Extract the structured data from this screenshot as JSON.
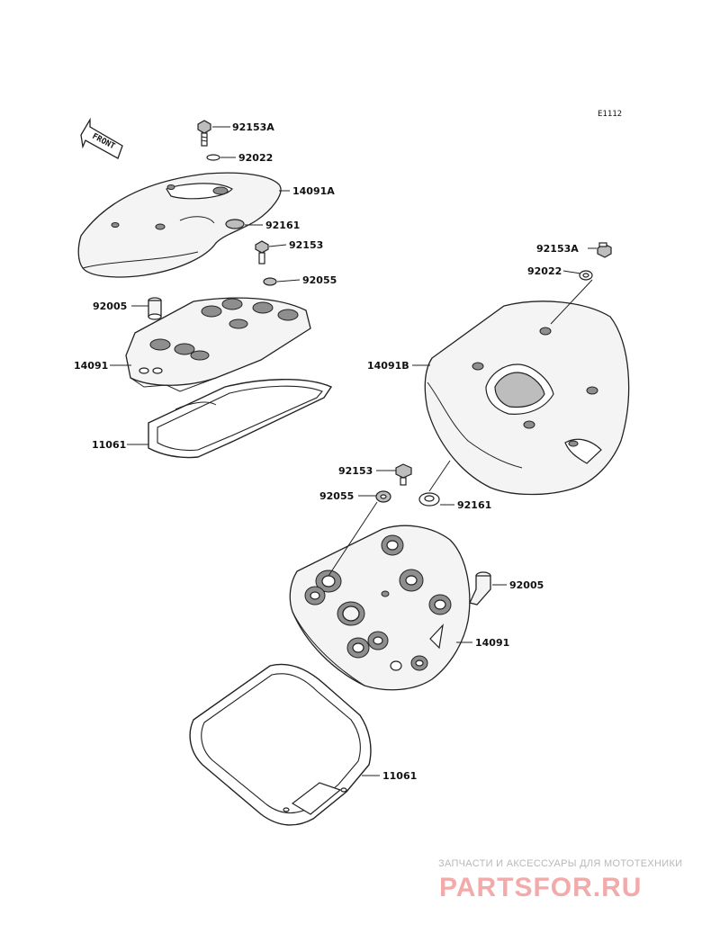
{
  "diagram_code": "E1112",
  "front_label": "FRONT",
  "parts": [
    {
      "id": "p1",
      "number": "92153A"
    },
    {
      "id": "p2",
      "number": "92022"
    },
    {
      "id": "p3",
      "number": "14091A"
    },
    {
      "id": "p4",
      "number": "92161"
    },
    {
      "id": "p5",
      "number": "92153"
    },
    {
      "id": "p6",
      "number": "92055"
    },
    {
      "id": "p7",
      "number": "92005"
    },
    {
      "id": "p8",
      "number": "14091"
    },
    {
      "id": "p9",
      "number": "11061"
    },
    {
      "id": "p10",
      "number": "92153A"
    },
    {
      "id": "p11",
      "number": "92022"
    },
    {
      "id": "p12",
      "number": "14091B"
    },
    {
      "id": "p13",
      "number": "92153"
    },
    {
      "id": "p14",
      "number": "92055"
    },
    {
      "id": "p15",
      "number": "92161"
    },
    {
      "id": "p16",
      "number": "92005"
    },
    {
      "id": "p17",
      "number": "14091"
    },
    {
      "id": "p18",
      "number": "11061"
    }
  ],
  "watermark": {
    "text": "ЗАПЧАСТИ И АКСЕССУАРЫ ДЛЯ МОТОТЕХНИКИ",
    "logo": "PARTSFOR.RU"
  },
  "colors": {
    "line": "#222222",
    "watermark_logo": "#f2aaaa",
    "watermark_text": "#b8b8b8"
  }
}
